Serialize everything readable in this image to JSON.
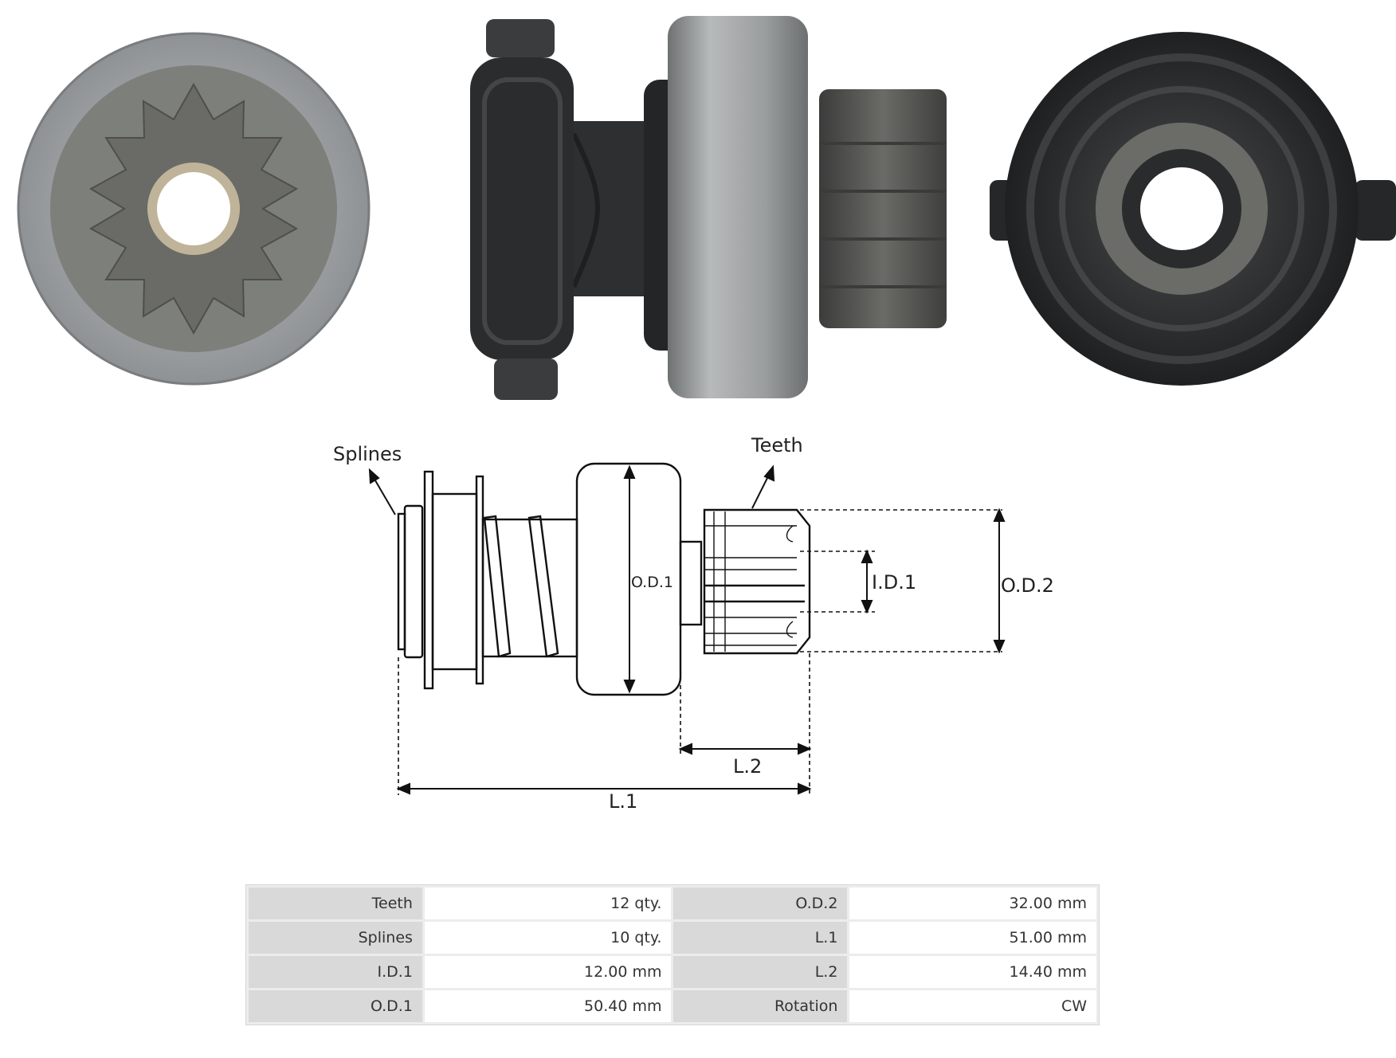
{
  "diagram": {
    "labels": {
      "splines": "Splines",
      "teeth": "Teeth",
      "od1": "O.D.1",
      "id1": "I.D.1",
      "od2": "O.D.2",
      "l1": "L.1",
      "l2": "L.2"
    }
  },
  "specs": {
    "rows": [
      {
        "k1": "Teeth",
        "v1": "12 qty.",
        "k2": "O.D.2",
        "v2": "32.00 mm"
      },
      {
        "k1": "Splines",
        "v1": "10 qty.",
        "k2": "L.1",
        "v2": "51.00 mm"
      },
      {
        "k1": "I.D.1",
        "v1": "12.00 mm",
        "k2": "L.2",
        "v2": "14.40 mm"
      },
      {
        "k1": "O.D.1",
        "v1": "50.40 mm",
        "k2": "Rotation",
        "v2": "CW"
      }
    ]
  },
  "colors": {
    "steel": "#a6a9ab",
    "gear": "#6a6b66",
    "dark": "#2b2c2d"
  }
}
